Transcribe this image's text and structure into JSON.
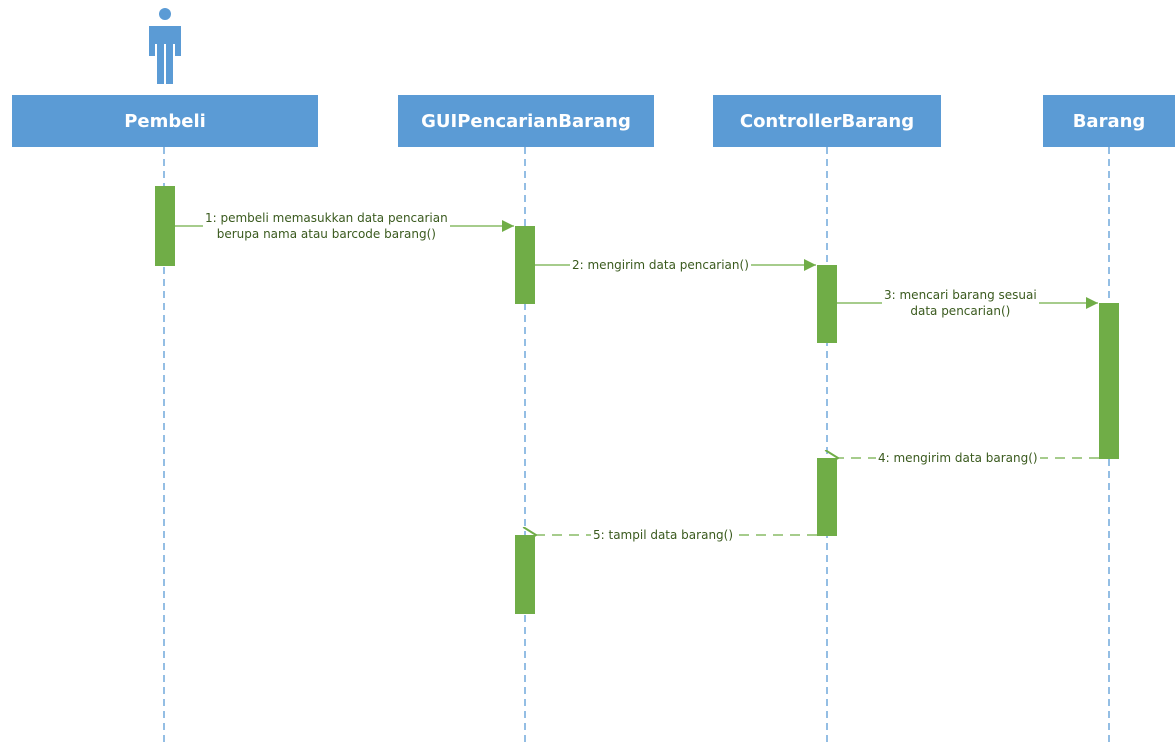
{
  "colors": {
    "header_fill": "#5b9bd5",
    "header_text": "#ffffff",
    "lifeline": "#5b9bd5",
    "activation": "#70ad47",
    "message": "#70ad47",
    "actor": "#5b9bd5"
  },
  "actor": {
    "icon": "person-icon"
  },
  "lifelines": [
    {
      "name": "Pembeli"
    },
    {
      "name": "GUIPencarianBarang"
    },
    {
      "name": "ControllerBarang"
    },
    {
      "name": "Barang"
    }
  ],
  "messages": [
    {
      "from": 0,
      "to": 1,
      "style": "sync",
      "label_line1": "1: pembeli memasukkan data pencarian",
      "label_line2": "berupa nama atau barcode barang()"
    },
    {
      "from": 1,
      "to": 2,
      "style": "sync",
      "label_line1": "2: mengirim data pencarian()",
      "label_line2": ""
    },
    {
      "from": 2,
      "to": 3,
      "style": "sync",
      "label_line1": "3: mencari barang sesuai",
      "label_line2": "data pencarian()"
    },
    {
      "from": 3,
      "to": 2,
      "style": "return",
      "label_line1": "4: mengirim data barang()",
      "label_line2": ""
    },
    {
      "from": 2,
      "to": 1,
      "style": "return",
      "label_line1": "5: tampil data barang()",
      "label_line2": ""
    }
  ]
}
